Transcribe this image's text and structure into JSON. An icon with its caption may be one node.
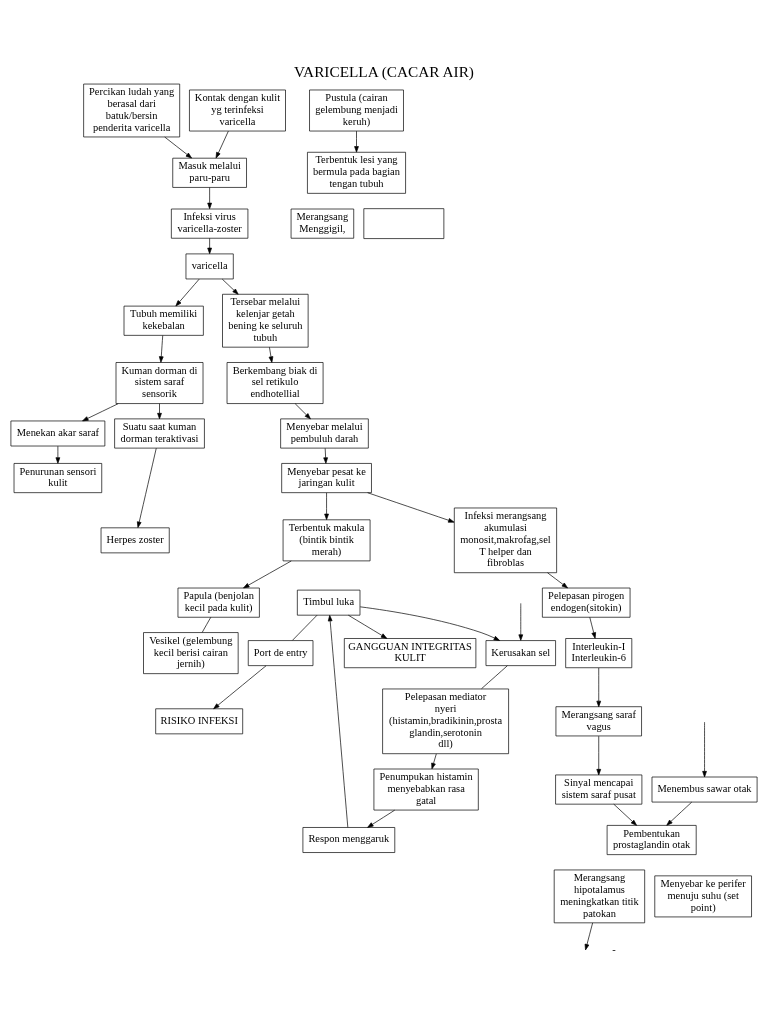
{
  "diagram": {
    "title": "VARICELLA (CACAR AIR)",
    "nodes": [
      {
        "text": [
          "Percikan ludah yang berasal dari batuk/bersin penderita varicella"
        ]
      },
      {
        "text": [
          "Masuk melalui paru-paru"
        ]
      },
      {
        "text": [
          "Kontak dengan kulit yg terinfeksi varicella"
        ]
      },
      {
        "text": [
          "Infeksi virus varicella-zoster"
        ]
      },
      {
        "text": [
          "varicella"
        ]
      },
      {
        "text": [
          "Tubuh memiliki kekebalan"
        ]
      },
      {
        "text": [
          "Kuman dorman di sistem saraf sensorik"
        ]
      },
      {
        "text": [
          "Suatu saat kuman dorman teraktivasi"
        ]
      },
      {
        "text": [
          "Herpes zoster"
        ]
      },
      {
        "text": [
          "Menekan akar saraf"
        ]
      },
      {
        "text": [
          "Penurunan sensori kulit"
        ]
      },
      {
        "text": [
          "Tersebar melalui kelenjar getah bening ke seluruh tubuh"
        ]
      },
      {
        "text": [
          "Berkembang biak di sel retikulo endhotellial"
        ]
      },
      {
        "text": [
          "Menyebar melalui pembuluh darah"
        ]
      },
      {
        "text": [
          "Infeksi merangsang akumulasi monosit,makrofag,sel T helper dan fibroblas"
        ]
      },
      {
        "text": [
          "Menyebar pesat ke jaringan kulit"
        ]
      },
      {
        "text": [
          "Pelepasan pirogen endogen(sitokin)"
        ]
      },
      {
        "text": [
          "Terbentuk makula (bintik bintik merah)"
        ]
      },
      {
        "text": [
          "RISIKO INFEKSI"
        ]
      },
      {
        "text": [
          "Interleukin-I Interleukin-6"
        ]
      },
      {
        "text": [
          "Papula (benjolan kecil pada kulit)"
        ]
      },
      {
        "text": [
          "GANGGUAN INTEGRITAS KULIT"
        ]
      },
      {
        "text": [
          "Port de entry"
        ]
      },
      {
        "text": [
          "Timbul luka"
        ]
      },
      {
        "text": [
          "Vesikel (gelembung kecil berisi cairan jernih)"
        ]
      },
      {
        "text": [
          "Merangsang saraf vagus"
        ]
      },
      {
        "text": [
          "Respon menggaruk"
        ]
      },
      {
        "text": [
          "Pustula (cairan gelembung menjadi keruh)"
        ]
      },
      {
        "text": [
          "Menembus sawar otak"
        ]
      },
      {
        "text": [
          "Penumpukan histamin menyebabkan rasa gatal"
        ]
      },
      {
        "text": [
          "Sinyal mencapai sistem saraf pusat"
        ]
      },
      {
        "text": [
          "Terbentuk lesi yang bermula pada bagian tengan tubuh"
        ]
      },
      {
        "text": [
          "Kerusakan sel"
        ]
      },
      {
        "text": [
          "Pembentukan prostaglandin otak"
        ]
      },
      {
        "text": [
          "Pelepasan mediator nyeri (histamin,bradikinin,prosta glandin,serotonin dll)"
        ]
      },
      {
        "text": [
          "Merangsang hipotalamus meningkatkan titik patokan"
        ]
      },
      {
        "text": [
          "Menyebar ke perifer menuju suhu (set point)"
        ]
      },
      {
        "text": [
          "Merangsang Menggigil,"
        ]
      },
      {
        "text": [],
        "shape": "box"
      }
    ],
    "edges": [
      {
        "from": 0,
        "to": 1,
        "arrow": "to"
      },
      {
        "from": 2,
        "to": 1,
        "arrow": "to"
      },
      {
        "from": 1,
        "to": 3,
        "arrow": "to"
      },
      {
        "from": 3,
        "to": 4,
        "arrow": "to"
      },
      {
        "from": 4,
        "to": 5,
        "arrow": "to"
      },
      {
        "from": 5,
        "to": 6,
        "arrow": "to"
      },
      {
        "from": 6,
        "to": 7,
        "arrow": "to"
      },
      {
        "from": 7,
        "to": 8,
        "arrow": "to"
      },
      {
        "from": 6,
        "to": 9,
        "arrow": "to"
      },
      {
        "from": 9,
        "to": 10,
        "arrow": "to"
      },
      {
        "from": 4,
        "to": 11,
        "arrow": "to"
      },
      {
        "from": 11,
        "to": 12,
        "arrow": "to"
      },
      {
        "from": 12,
        "to": 13,
        "arrow": "to"
      },
      {
        "from": 13,
        "to": 15,
        "arrow": "to"
      },
      {
        "from": 15,
        "to": 14,
        "arrow": "to"
      },
      {
        "from": 14,
        "to": 16,
        "arrow": "to"
      },
      {
        "from": 16,
        "to": 19,
        "arrow": "to"
      },
      {
        "from": 15,
        "to": 17,
        "arrow": "to"
      },
      {
        "from": 17,
        "to": 20,
        "arrow": "to"
      },
      {
        "from": 20,
        "to": 24,
        "arrow": "none"
      },
      {
        "from": 27,
        "to": 31,
        "arrow": "to"
      },
      {
        "from": 19,
        "to": 25,
        "arrow": "to"
      },
      {
        "from": 25,
        "to": 30,
        "arrow": "to"
      },
      {
        "from": 30,
        "to": 33,
        "arrow": "to"
      },
      {
        "from": null,
        "to": 28,
        "arrow": "to"
      },
      {
        "from": 28,
        "to": 33,
        "arrow": "to"
      },
      {
        "from": 23,
        "to": 22,
        "arrow": "none"
      },
      {
        "from": 22,
        "to": 18,
        "arrow": "to"
      },
      {
        "from": 23,
        "to": 21,
        "arrow": "to"
      },
      {
        "from": 26,
        "to": 23,
        "arrow": "to"
      },
      {
        "from": 29,
        "to": 26,
        "arrow": "to"
      },
      {
        "from": 34,
        "to": 29,
        "arrow": "to"
      },
      {
        "from": 32,
        "to": 34,
        "arrow": "none"
      },
      {
        "from": 23,
        "to": 32,
        "arrow": "to"
      },
      {
        "from": null,
        "to": 32,
        "arrow": "to"
      },
      {
        "from": 35,
        "to": null,
        "arrow": "to"
      }
    ],
    "labels": [
      "-"
    ]
  }
}
